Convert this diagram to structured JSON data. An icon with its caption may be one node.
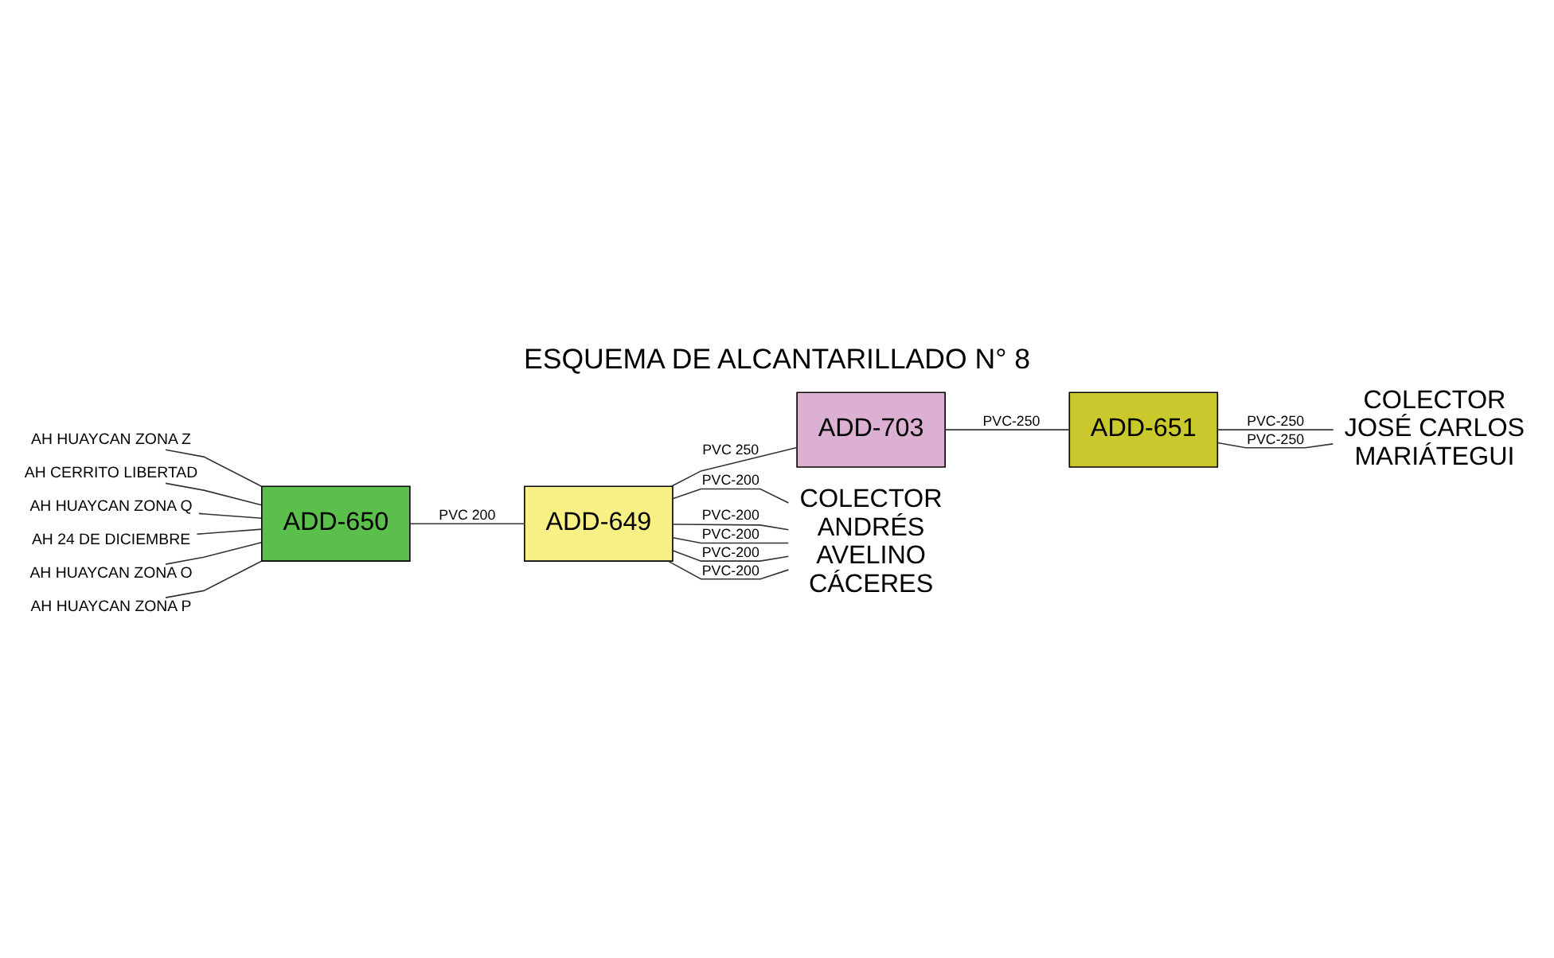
{
  "diagram": {
    "title": "ESQUEMA DE ALCANTARILLADO N° 8",
    "nodes": [
      {
        "text": [
          "AH HUAYCAN ZONA Z"
        ]
      },
      {
        "text": [
          "AH CERRITO LIBERTAD"
        ]
      },
      {
        "text": [
          "AH HUAYCAN ZONA Q"
        ]
      },
      {
        "text": [
          "AH 24 DE DICIEMBRE"
        ]
      },
      {
        "text": [
          "AH HUAYCAN ZONA O"
        ]
      },
      {
        "text": [
          "AH HUAYCAN ZONA P"
        ]
      },
      {
        "text": [
          "ADD-650"
        ]
      },
      {
        "text": [
          "ADD-649"
        ]
      },
      {
        "text": [
          "ADD-703"
        ]
      },
      {
        "text": [
          "ADD-651"
        ]
      },
      {
        "text": [
          "COLECTOR ANDRÉS AVELINO CÁCERES"
        ]
      },
      {
        "text": [
          "COLECTOR JOSÉ CARLOS MARIÁTEGUI"
        ]
      }
    ],
    "edges": [
      {
        "from": 0,
        "to": 6,
        "arrow": "none"
      },
      {
        "from": 1,
        "to": 6,
        "arrow": "none"
      },
      {
        "from": 2,
        "to": 6,
        "arrow": "none"
      },
      {
        "from": 3,
        "to": 6,
        "arrow": "none"
      },
      {
        "from": 4,
        "to": 6,
        "arrow": "none"
      },
      {
        "from": 5,
        "to": 6,
        "arrow": "none"
      },
      {
        "from": 6,
        "to": 7,
        "arrow": "none",
        "label": "PVC 200"
      },
      {
        "from": 7,
        "to": 8,
        "arrow": "none",
        "label": "PVC 250"
      },
      {
        "from": 8,
        "to": 9,
        "arrow": "none",
        "label": "PVC-250"
      },
      {
        "from": 7,
        "to": 10,
        "arrow": "none",
        "label": "PVC-200"
      },
      {
        "from": 7,
        "to": 10,
        "arrow": "none",
        "label": "PVC-200"
      },
      {
        "from": 7,
        "to": 10,
        "arrow": "none",
        "label": "PVC-200"
      },
      {
        "from": 7,
        "to": 10,
        "arrow": "none",
        "label": "PVC-200"
      },
      {
        "from": 7,
        "to": 10,
        "arrow": "none",
        "label": "PVC-200"
      },
      {
        "from": 9,
        "to": 11,
        "arrow": "none",
        "label": "PVC-250"
      },
      {
        "from": 9,
        "to": 11,
        "arrow": "none",
        "label": "PVC-250"
      }
    ]
  }
}
